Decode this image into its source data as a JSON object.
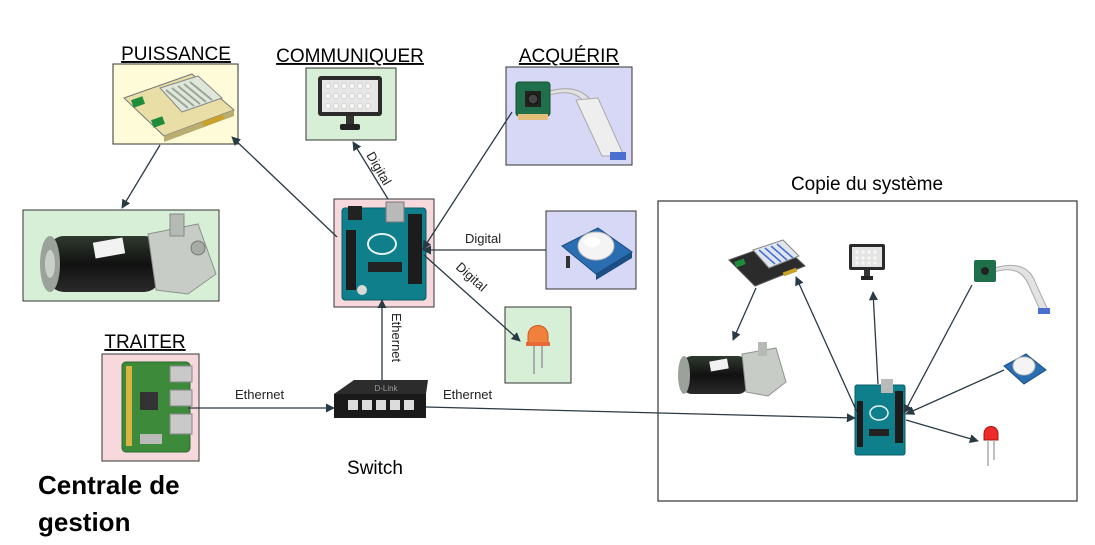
{
  "labels": {
    "puissance": "PUISSANCE",
    "communiquer": "COMMUNIQUER",
    "acquerir": "ACQUÉRIR",
    "traiter": "TRAITER",
    "copie": "Copie du système",
    "switch": "Switch",
    "centrale_line1": "Centrale de",
    "centrale_line2": "gestion",
    "switch_brand": "D-Link"
  },
  "edges": {
    "digital_comm": "Digital",
    "digital_pir": "Digital",
    "digital_led": "Digital",
    "ethernet_vertical": "Ethernet",
    "ethernet_left": "Ethernet",
    "ethernet_right": "Ethernet"
  },
  "colors": {
    "yellow_box": "#fefcd8",
    "green_box": "#d7efd6",
    "blue_box": "#d7d8f6",
    "pink_box": "#f7d9dd",
    "arrow": "#2a3a44"
  }
}
